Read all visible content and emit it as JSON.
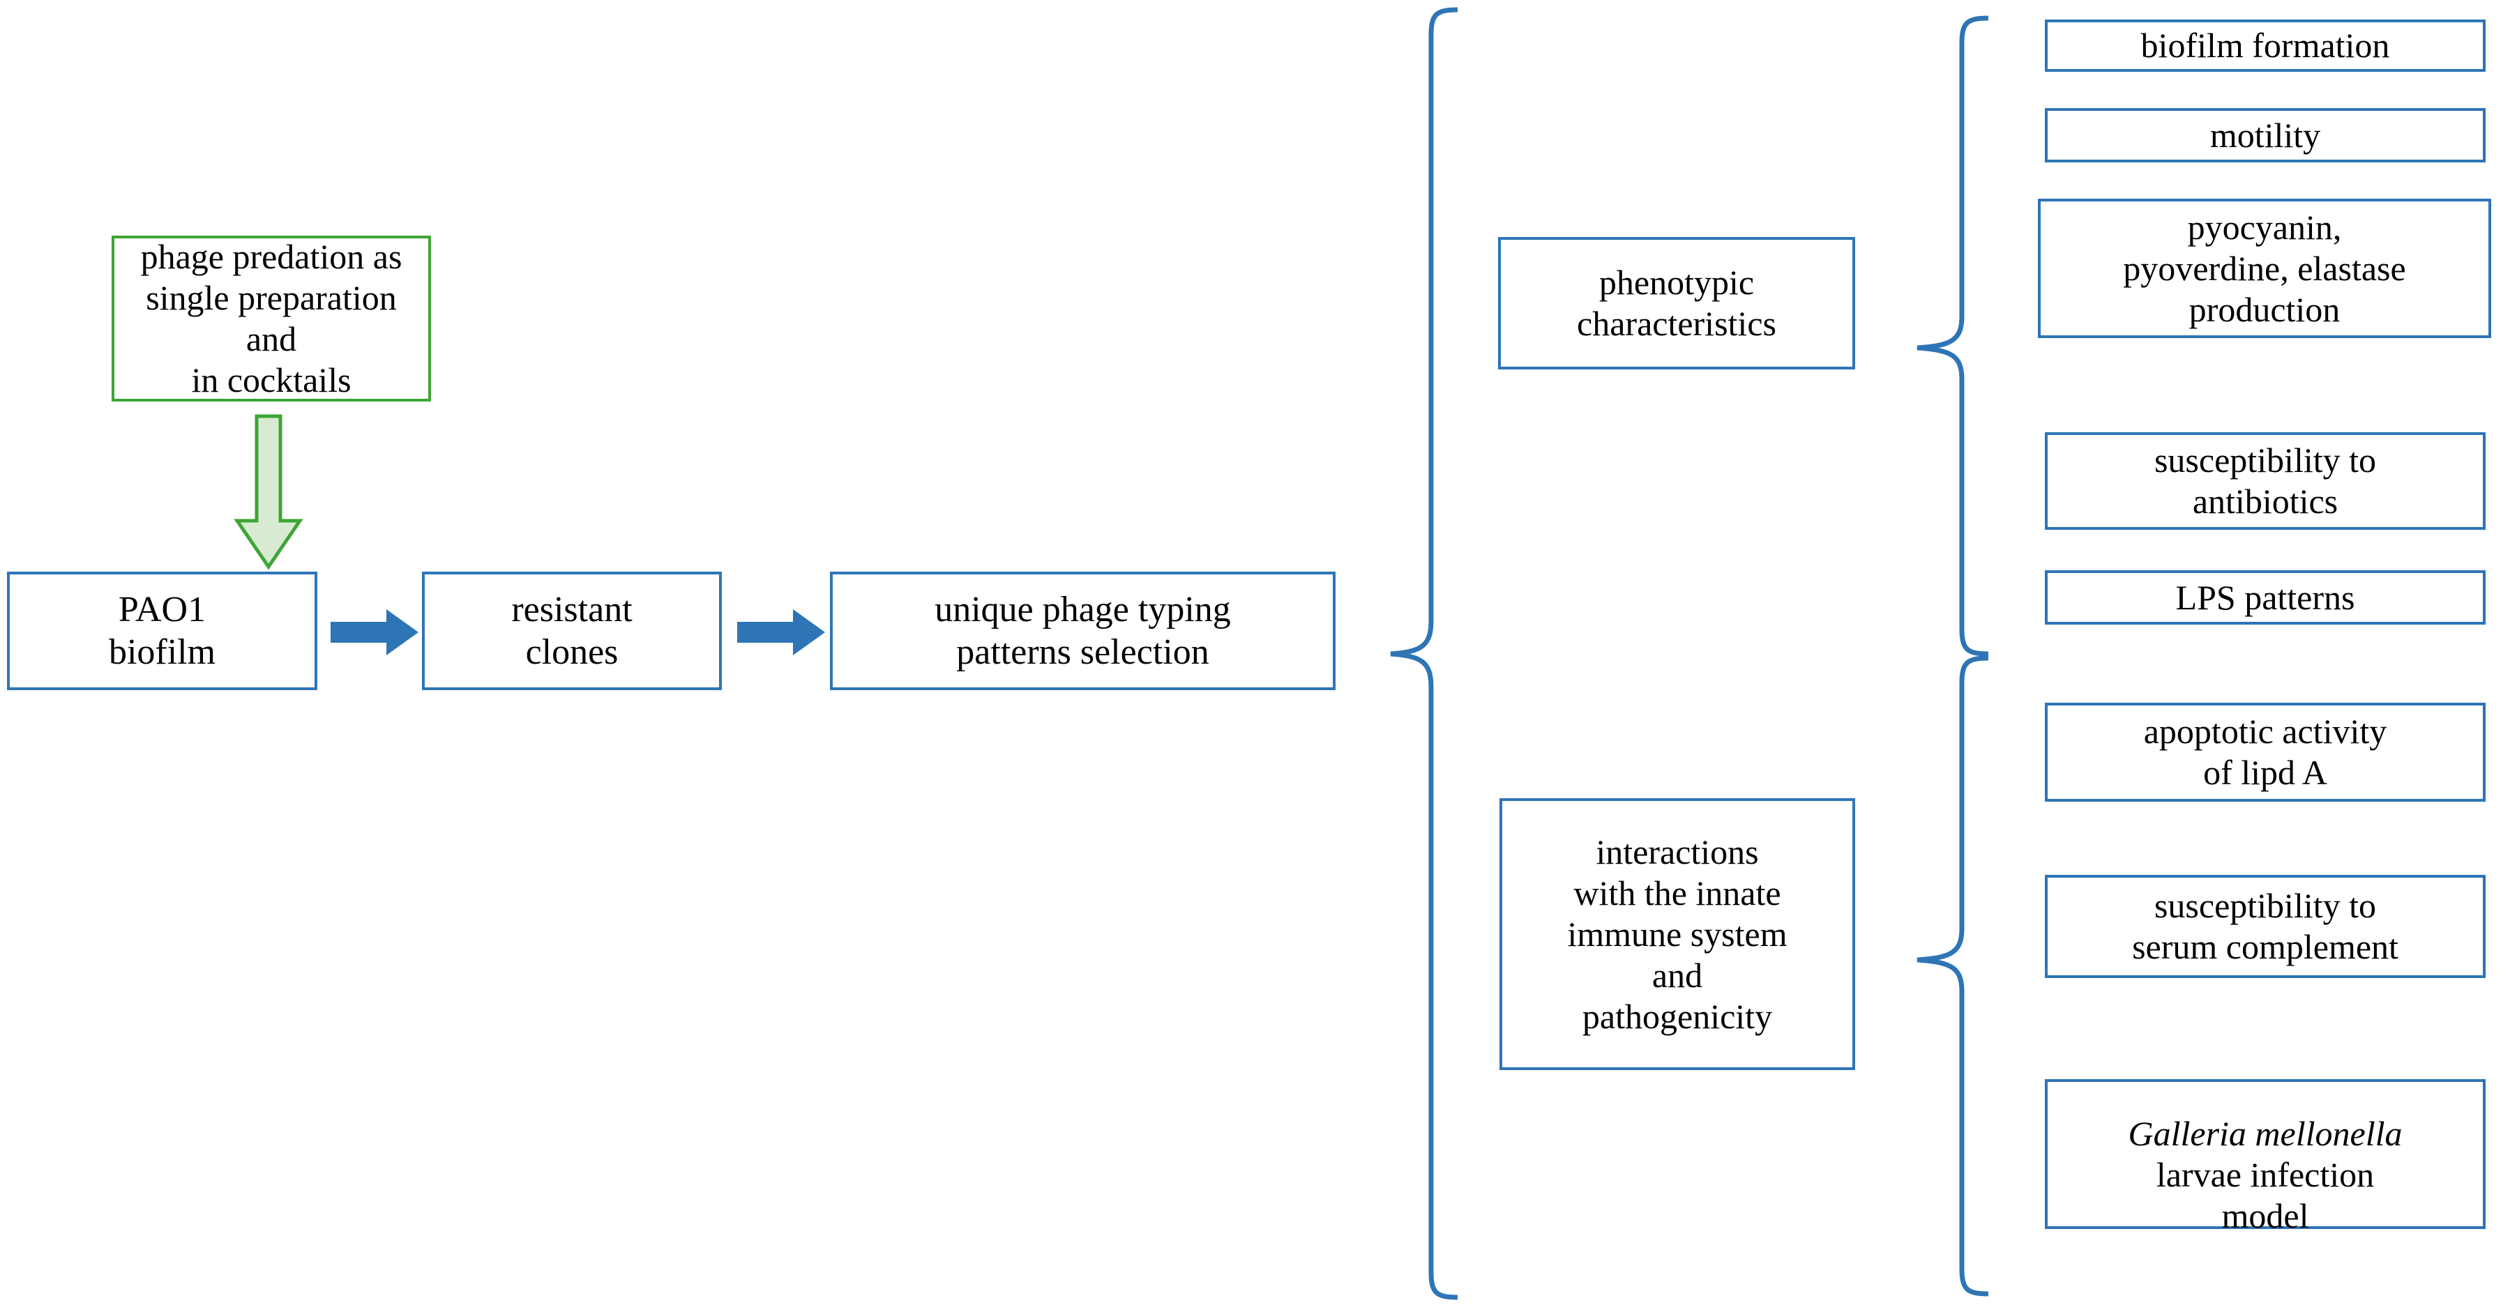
{
  "diagram": {
    "title": "Phage predation experimental workflow flowchart",
    "colors": {
      "box_border_blue": "#2E75B6",
      "box_border_green": "#3FA535",
      "arrow_blue_fill": "#2E75B6",
      "arrow_green_fill": "#D9EAD3",
      "arrow_green_stroke": "#3FA535",
      "brace_stroke": "#2E75B6",
      "background": "#FFFFFF",
      "text": "#000000"
    },
    "nodes": {
      "phage_predation": {
        "label": "phage predation as\nsingle preparation and\nin cocktails",
        "border": "green"
      },
      "pao1_biofilm": {
        "label": "PAO1\nbiofilm",
        "border": "blue"
      },
      "resistant_clones": {
        "label": "resistant\nclones",
        "border": "blue"
      },
      "unique_phage_typing": {
        "label": "unique phage typing\npatterns selection",
        "border": "blue"
      },
      "phenotypic_characteristics": {
        "label": "phenotypic\ncharacteristics",
        "border": "blue"
      },
      "innate_immune": {
        "label": "interactions\nwith the innate\nimmune system\nand\npathogenicity",
        "border": "blue"
      }
    },
    "phenotypic_items": [
      {
        "label": "biofilm formation"
      },
      {
        "label": "motility"
      },
      {
        "label": "pyocyanin,\npyoverdine, elastase\nproduction"
      },
      {
        "label": "susceptibility to\nantibiotics"
      },
      {
        "label": "LPS patterns"
      }
    ],
    "immune_items": [
      {
        "label": "apoptotic activity\nof lipd A",
        "italic_prefix": ""
      },
      {
        "label": "susceptibility to\nserum complement",
        "italic_prefix": ""
      },
      {
        "label_italic": "Galleria mellonella",
        "label_rest": "larvae infection\nmodel"
      }
    ],
    "arrows": [
      {
        "name": "phage-to-pao1",
        "direction": "down",
        "color": "green"
      },
      {
        "name": "pao1-to-resistant",
        "direction": "right",
        "color": "blue"
      },
      {
        "name": "resistant-to-typing",
        "direction": "right",
        "color": "blue"
      }
    ],
    "braces": [
      {
        "name": "main-split-brace",
        "groups": 2
      },
      {
        "name": "phenotypic-group-brace",
        "items": 5
      },
      {
        "name": "immune-group-brace",
        "items": 3
      }
    ]
  }
}
